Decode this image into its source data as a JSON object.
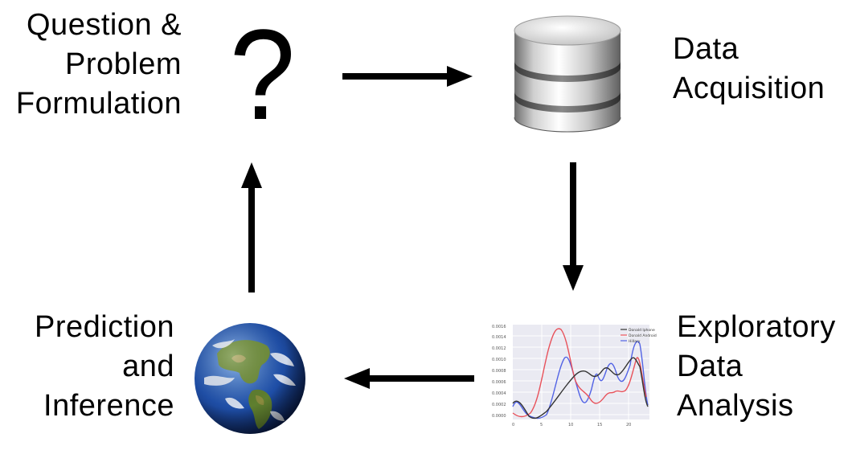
{
  "nodes": {
    "question": {
      "lines": [
        "Question &",
        "Problem",
        "Formulation"
      ],
      "glyph": "?"
    },
    "acquisition": {
      "lines": [
        "Data",
        "Acquisition"
      ],
      "icon": "database-icon"
    },
    "eda": {
      "lines": [
        "Exploratory",
        "Data",
        "Analysis"
      ],
      "icon": "density-plot-icon",
      "plot": {
        "y_ticks": [
          "0.0016",
          "0.0014",
          "0.0012",
          "0.0010",
          "0.0008",
          "0.0006",
          "0.0004",
          "0.0002",
          "0.0000"
        ],
        "x_ticks": [
          "0",
          "5",
          "10",
          "15",
          "20"
        ],
        "legend": [
          "Donald Iphone",
          "Donald Android",
          "Hillary"
        ],
        "colors": [
          "#333333",
          "#e8515a",
          "#5263e5"
        ]
      }
    },
    "inference": {
      "lines": [
        "Prediction",
        "and",
        "Inference"
      ],
      "icon": "globe-icon"
    }
  },
  "arrows": [
    "question-to-acquisition",
    "acquisition-to-eda",
    "eda-to-inference",
    "inference-to-question"
  ]
}
